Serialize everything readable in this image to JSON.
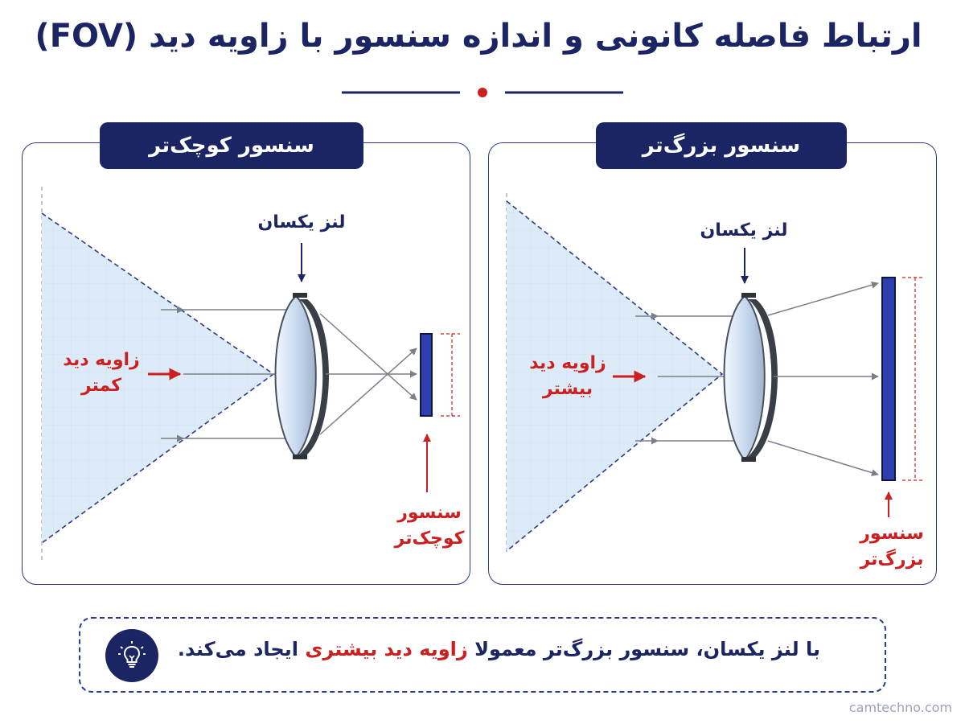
{
  "title": "ارتباط فاصله کانونی و اندازه سنسور با زاویه دید (FOV)",
  "panels": {
    "left": {
      "tab_label": "سنسور کوچک‌تر",
      "lens_label": "لنز یکسان",
      "fov_label_line1": "زاویه دید",
      "fov_label_line2": "کمتر",
      "sensor_label_line1": "سنسور",
      "sensor_label_line2": "کوچک‌تر"
    },
    "right": {
      "tab_label": "سنسور بزرگ‌تر",
      "lens_label": "لنز یکسان",
      "fov_label_line1": "زاویه دید",
      "fov_label_line2": "بیشتر",
      "sensor_label_line1": "سنسور",
      "sensor_label_line2": "بزرگ‌تر"
    }
  },
  "note": {
    "icon": "lightbulb-icon",
    "text_before": "با لنز یکسان، سنسور بزرگ‌تر معمولا ",
    "text_highlight": "زاویه دید بیشتری",
    "text_after": " ایجاد می‌کند."
  },
  "watermark": "camtechno.com",
  "colors": {
    "navy": "#1b2563",
    "accent_red": "#cc1f1f",
    "sensor_blue": "#2d3fae",
    "fov_fill": "#dcebf7"
  }
}
